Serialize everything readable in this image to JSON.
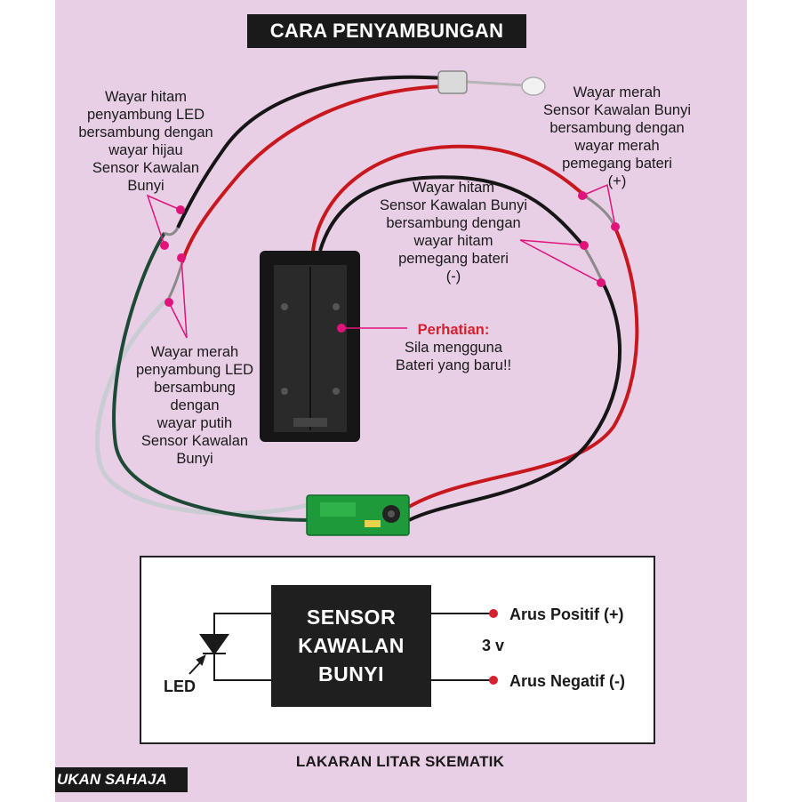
{
  "title": "CARA PENYAMBUNGAN",
  "labels": {
    "black_led": [
      "Wayar hitam",
      "penyambung LED",
      "bersambung dengan",
      "wayar hijau",
      "Sensor Kawalan",
      "Bunyi"
    ],
    "red_led": [
      "Wayar merah",
      "penyambung LED",
      "bersambung",
      "dengan",
      "wayar putih",
      "Sensor Kawalan",
      "Bunyi"
    ],
    "red_sensor": [
      "Wayar merah",
      "Sensor Kawalan Bunyi",
      "bersambung dengan",
      "wayar merah",
      "pemegang bateri",
      "(+)"
    ],
    "black_sensor": [
      "Wayar hitam",
      "Sensor Kawalan Bunyi",
      "bersambung dengan",
      "wayar hitam",
      "pemegang bateri",
      "(-)"
    ],
    "attention_title": "Perhatian:",
    "attention_lines": [
      "Sila mengguna",
      "Bateri yang baru!!"
    ]
  },
  "schematic": {
    "sensor_lines": [
      "SENSOR",
      "KAWALAN",
      "BUNYI"
    ],
    "led_label": "LED",
    "positive": "Arus Positif (+)",
    "negative": "Arus Negatif (-)",
    "voltage": "3 v"
  },
  "caption": "LAKARAN LITAR SKEMATIK",
  "footer_tag": "UKAN SAHAJA",
  "colors": {
    "panel": "#e8cfe6",
    "marker": "#e0137a",
    "terminal": "#d6202f",
    "wire_red": "#c8181e",
    "wire_black": "#161616",
    "wire_white": "#c9ccd2",
    "pcb": "#1f9a3a"
  }
}
